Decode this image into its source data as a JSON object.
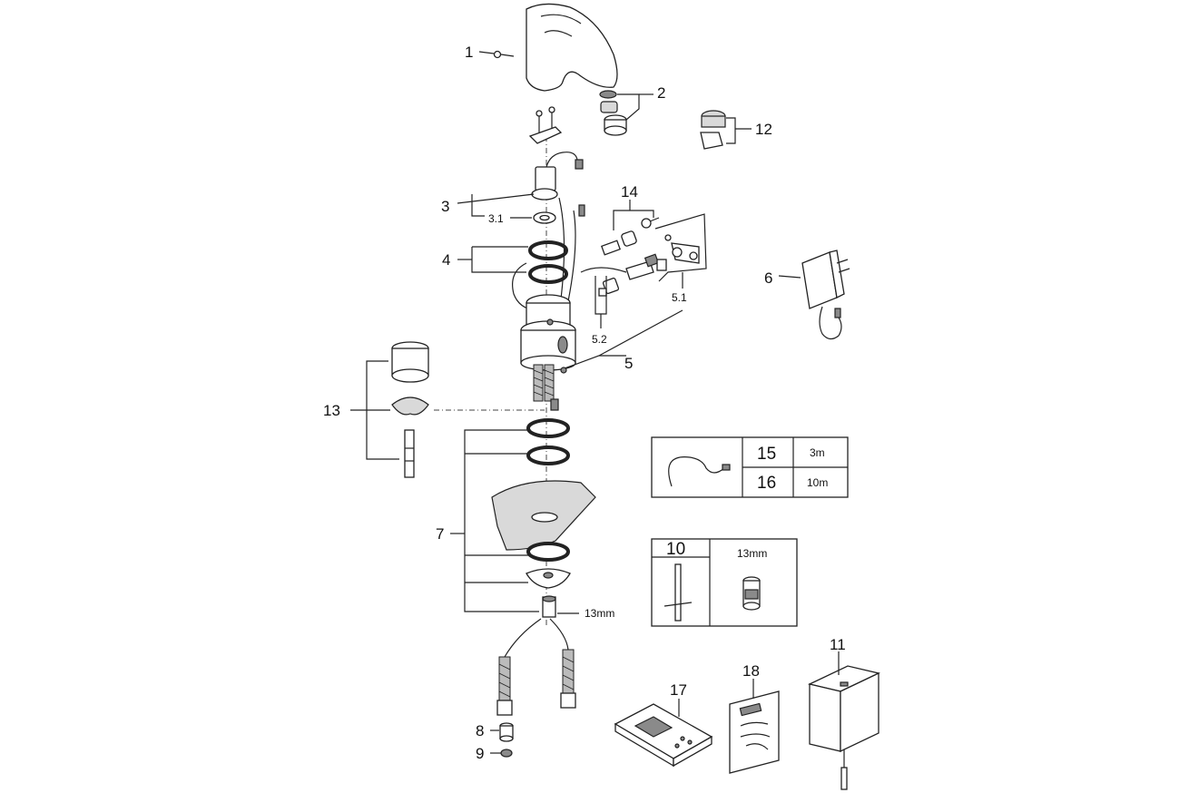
{
  "callouts": {
    "c1": "1",
    "c2": "2",
    "c3": "3",
    "c31": "3.1",
    "c4": "4",
    "c5": "5",
    "c51": "5.1",
    "c52": "5.2",
    "c6": "6",
    "c7": "7",
    "c8": "8",
    "c9": "9",
    "c10": "10",
    "c11": "11",
    "c12": "12",
    "c13": "13",
    "c14": "14",
    "c17": "17",
    "c18": "18"
  },
  "cable_table": {
    "rows": [
      {
        "id": "15",
        "length": "3m"
      },
      {
        "id": "16",
        "length": "10m"
      }
    ]
  },
  "tool_box": {
    "id": "10",
    "size": "13mm"
  },
  "nut_size_label": "13mm"
}
